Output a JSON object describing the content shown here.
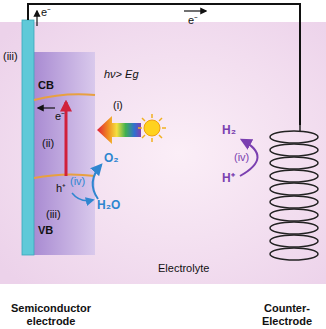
{
  "diagram": {
    "nodes": [
      {
        "text": [
          "Semiconductor electrode"
        ]
      },
      {
        "text": [
          "Counter- Electrode"
        ]
      }
    ],
    "edges": [
      {
        "from": 0,
        "to": 1,
        "arrow": "none"
      }
    ],
    "labels": [
      "e⁻",
      "e⁻",
      "(iii)",
      "CB",
      "e⁻",
      "(ii)",
      "hν> Eg",
      "(i)",
      "(iv)",
      "O₂",
      "H₂O",
      "h⁺",
      "(iii)",
      "VB",
      "Electrolyte",
      "H₂",
      "(iv)",
      "H⁺"
    ]
  }
}
